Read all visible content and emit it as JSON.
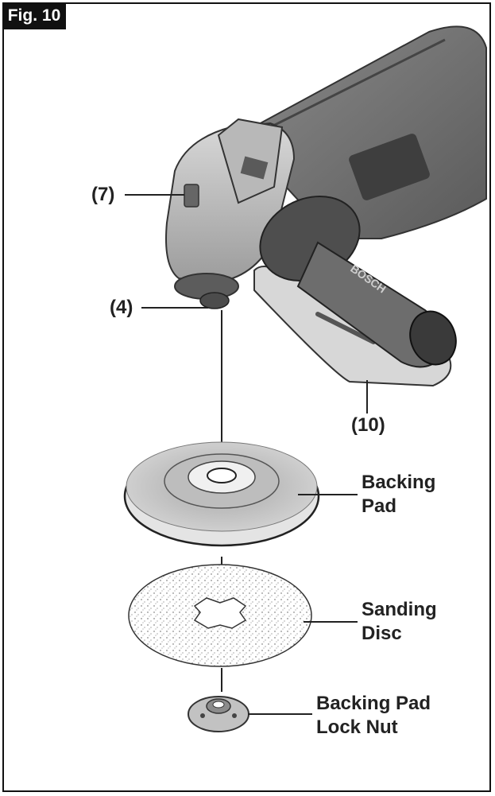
{
  "figure": {
    "label": "Fig. 10"
  },
  "callouts": {
    "spindle_lock": "(7)",
    "spindle": "(4)",
    "guard_plate": "(10)",
    "backing_pad": {
      "line1": "Backing",
      "line2": "Pad"
    },
    "sanding_disc": {
      "line1": "Sanding",
      "line2": "Disc"
    },
    "lock_nut": {
      "line1": "Backing Pad",
      "line2": "Lock Nut"
    }
  },
  "tool": {
    "brand": "BOSCH"
  },
  "colors": {
    "ink": "#222222",
    "body_dark": "#6e6e6e",
    "body_mid": "#9a9a9a",
    "body_light": "#c9c9c9"
  }
}
